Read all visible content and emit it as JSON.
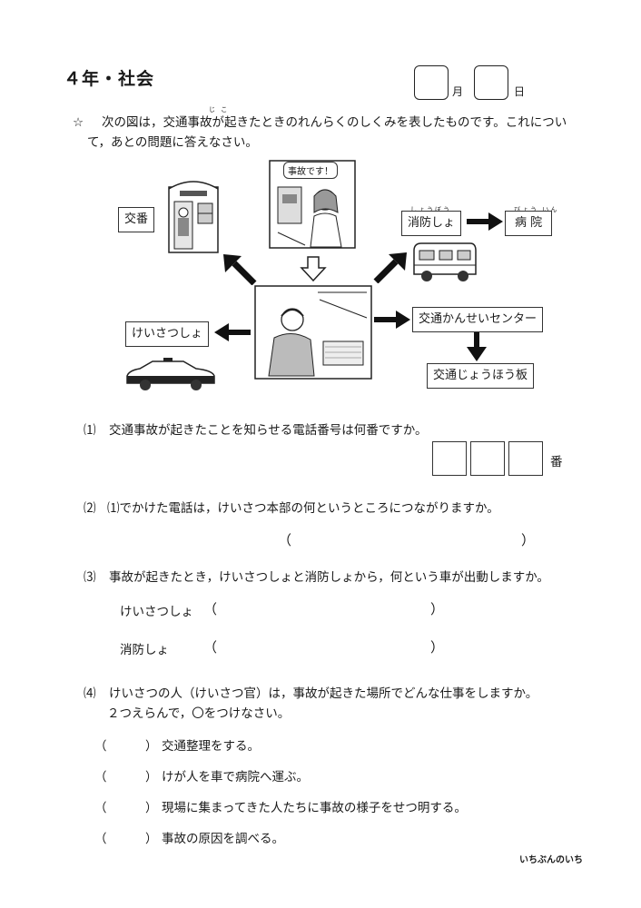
{
  "header": {
    "title": "４年・社会",
    "month_label": "月",
    "day_label": "日"
  },
  "intro": {
    "star": "☆",
    "line1": "次の図は，交通事故が起きたときのれんらくのしくみを表したものです。これについ",
    "line2": "て，あとの問題に答えなさい。",
    "ruby_jiko": "じ こ"
  },
  "diagram": {
    "kouban": "交番",
    "speech": "事故です！",
    "shoubousho": "消防しょ",
    "shoubousho_ruby": "しょうぼう",
    "byouin": "病 院",
    "byouin_ruby": "びょう いん",
    "keisatsusho": "けいさつしょ",
    "kansei": "交通かんせいセンター",
    "jouhouban": "交通じょうほう板"
  },
  "questions": {
    "q1": {
      "num": "⑴",
      "text": "交通事故が起きたことを知らせる電話番号は何番ですか。",
      "suffix": "番"
    },
    "q2": {
      "num": "⑵",
      "text": "⑴でかけた電話は，けいさつ本部の何というところにつながりますか。",
      "open": "（",
      "close": "）"
    },
    "q3": {
      "num": "⑶",
      "text": "事故が起きたとき，けいさつしょと消防しょから，何という車が出動しますか。",
      "row1_label": "けいさつしょ",
      "row2_label": "消防しょ",
      "open": "（",
      "close": "）"
    },
    "q4": {
      "num": "⑷",
      "text1": "けいさつの人（けいさつ官）は，事故が起きた場所でどんな仕事をしますか。",
      "text2": "２つえらんで，〇をつけなさい。",
      "open": "（",
      "close": "）",
      "choices": [
        "交通整理をする。",
        "けが人を車で病院へ運ぶ。",
        "現場に集まってきた人たちに事故の様子をせつ明する。",
        "事故の原因を調べる。"
      ]
    }
  },
  "footer": {
    "brand": "いちぶんのいち"
  }
}
